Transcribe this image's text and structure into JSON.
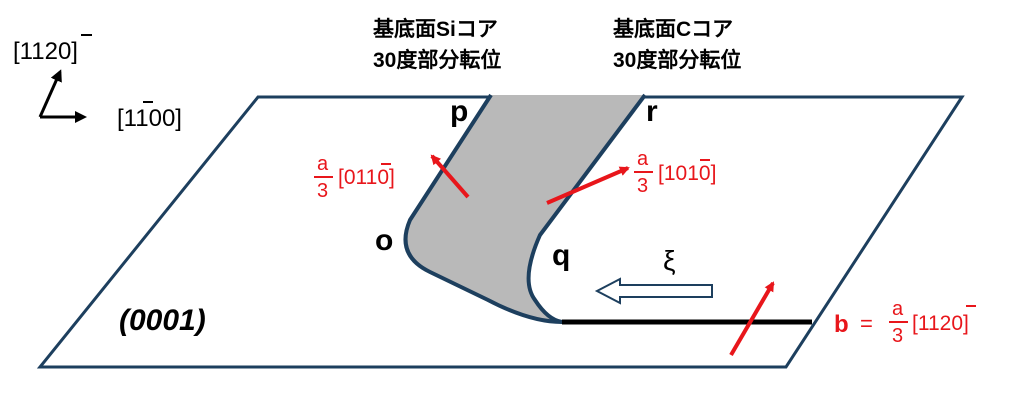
{
  "axes": {
    "vertical_dir": "[11",
    "vertical_dir_bar": "2",
    "vertical_dir_end": "0]",
    "horizontal_dir": "[1",
    "horizontal_dir_bar": "1",
    "horizontal_dir_end": "00]"
  },
  "plane_label": "(0001)",
  "headers": {
    "si_line1": "基底面Siコア",
    "si_line2": "30度部分転位",
    "c_line1": "基底面Cコア",
    "c_line2": "30度部分転位"
  },
  "points": {
    "p": "p",
    "r": "r",
    "o": "o",
    "q": "q"
  },
  "line_direction": "ξ",
  "burgers": {
    "b": "b",
    "equals": "=",
    "num": "a",
    "den": "3",
    "idx_start": "[11",
    "idx_bar": "2",
    "idx_end": "0]"
  },
  "left_vector": {
    "num": "a",
    "den": "3",
    "idx_start": "[01",
    "idx_bar": "1",
    "idx_end": "0]"
  },
  "right_vector": {
    "num": "a",
    "den": "3",
    "idx_start": "[10",
    "idx_bar": "1",
    "idx_end": "0]"
  },
  "colors": {
    "plane_edge": "#1d3f5e",
    "stacking_fault": "#b9b9b9",
    "arrow_red": "#e8161b"
  }
}
